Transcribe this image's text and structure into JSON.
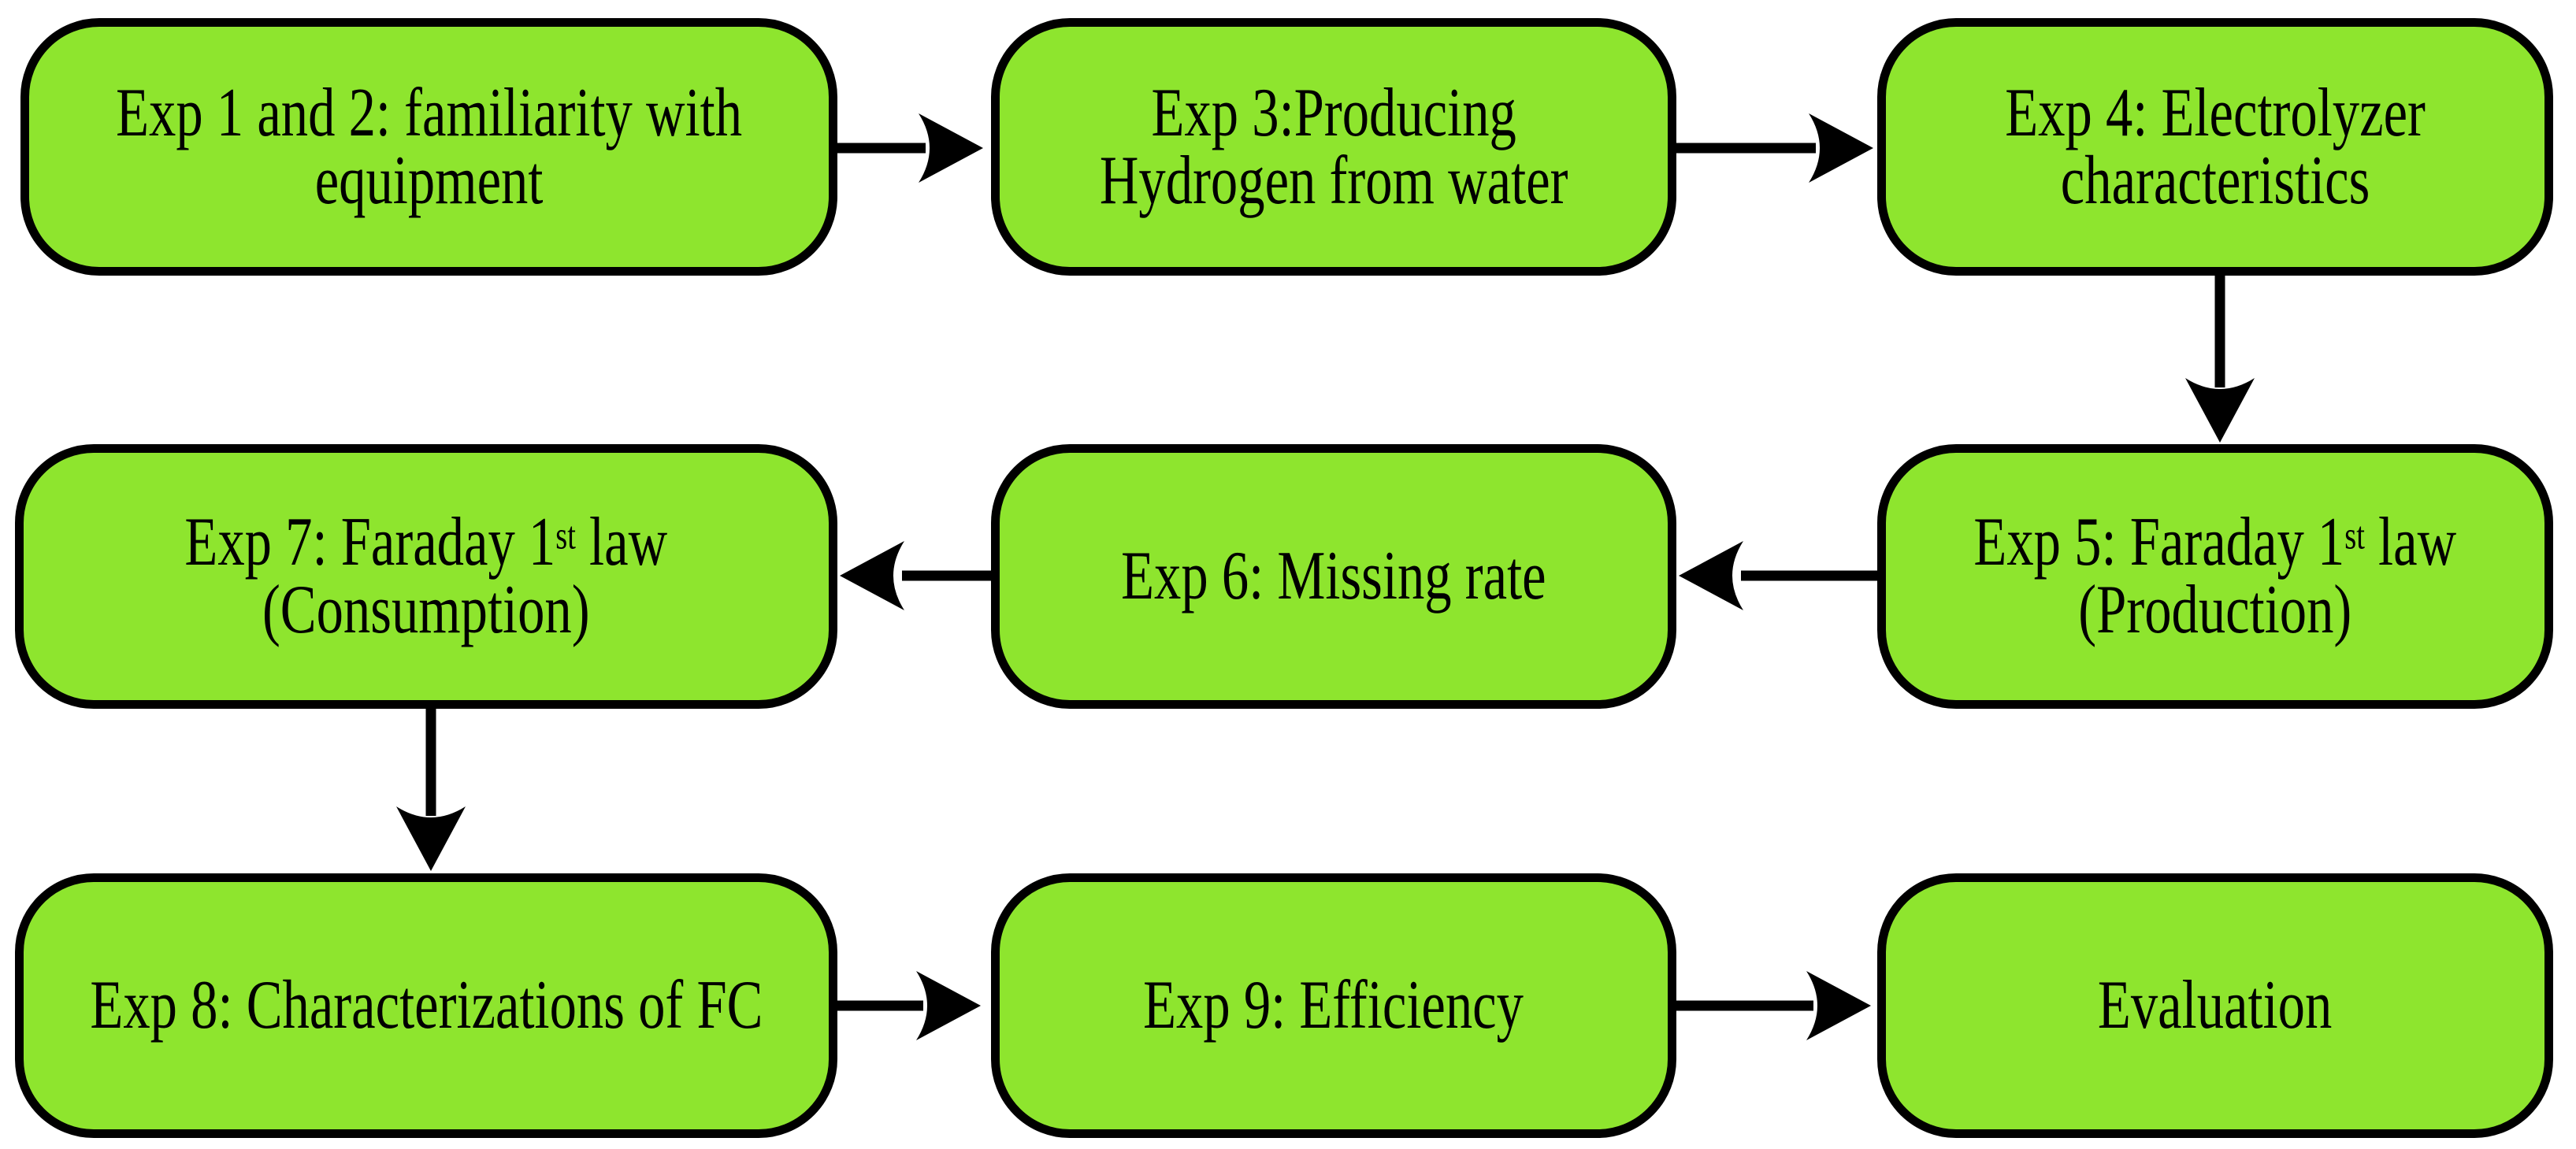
{
  "figure": {
    "type": "flowchart",
    "background": "#ffffff",
    "node_fill": "#8ee52e",
    "node_border": "#000000",
    "text_color": "#000000",
    "arrow_color": "#000000"
  },
  "nodes": [
    {
      "id": "exp1-2",
      "lines": [
        [
          {
            "t": "Exp 1 and 2: familiarity with"
          }
        ],
        [
          {
            "t": "equipment"
          }
        ]
      ]
    },
    {
      "id": "exp3",
      "lines": [
        [
          {
            "t": "Exp 3:Producing"
          }
        ],
        [
          {
            "t": "Hydrogen from water"
          }
        ]
      ]
    },
    {
      "id": "exp4",
      "lines": [
        [
          {
            "t": "Exp 4: Electrolyzer"
          }
        ],
        [
          {
            "t": "characteristics"
          }
        ]
      ]
    },
    {
      "id": "exp5",
      "lines": [
        [
          {
            "t": "Exp 5: Faraday 1"
          },
          {
            "t": "st",
            "sup": true
          },
          {
            "t": " law"
          }
        ],
        [
          {
            "t": "(Production)"
          }
        ]
      ]
    },
    {
      "id": "exp6",
      "lines": [
        [
          {
            "t": "Exp 6: Missing rate"
          }
        ]
      ]
    },
    {
      "id": "exp7",
      "lines": [
        [
          {
            "t": "Exp 7: Faraday 1"
          },
          {
            "t": "st",
            "sup": true
          },
          {
            "t": " law"
          }
        ],
        [
          {
            "t": "(Consumption)"
          }
        ]
      ]
    },
    {
      "id": "exp8",
      "lines": [
        [
          {
            "t": "Exp 8: Characterizations of FC"
          }
        ]
      ]
    },
    {
      "id": "exp9",
      "lines": [
        [
          {
            "t": "Exp 9: Efficiency"
          }
        ]
      ]
    },
    {
      "id": "evaluation",
      "lines": [
        [
          {
            "t": "Evaluation"
          }
        ]
      ]
    }
  ],
  "edges": [
    {
      "from": "exp1-2",
      "to": "exp3"
    },
    {
      "from": "exp3",
      "to": "exp4"
    },
    {
      "from": "exp4",
      "to": "exp5"
    },
    {
      "from": "exp5",
      "to": "exp6"
    },
    {
      "from": "exp6",
      "to": "exp7"
    },
    {
      "from": "exp7",
      "to": "exp8"
    },
    {
      "from": "exp8",
      "to": "exp9"
    },
    {
      "from": "exp9",
      "to": "evaluation"
    }
  ]
}
